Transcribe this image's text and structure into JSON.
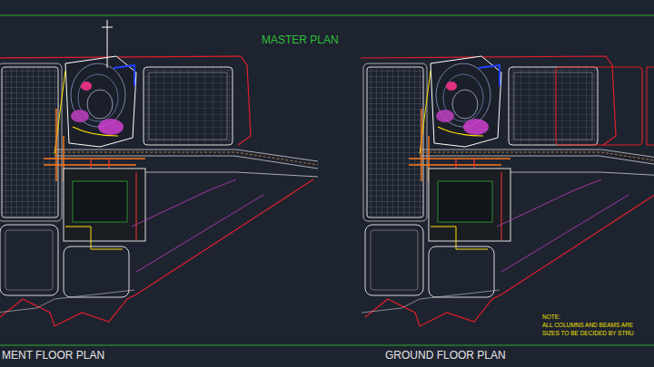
{
  "diagram": {
    "title": "MASTER PLAN",
    "labels": [
      "MENT FLOOR PLAN",
      "GROUND FLOOR PLAN",
      "NOTE:",
      "ALL COLUMNS AND BEAMS ARE",
      "SIZES TO BE DECIDED BY STRU"
    ]
  }
}
